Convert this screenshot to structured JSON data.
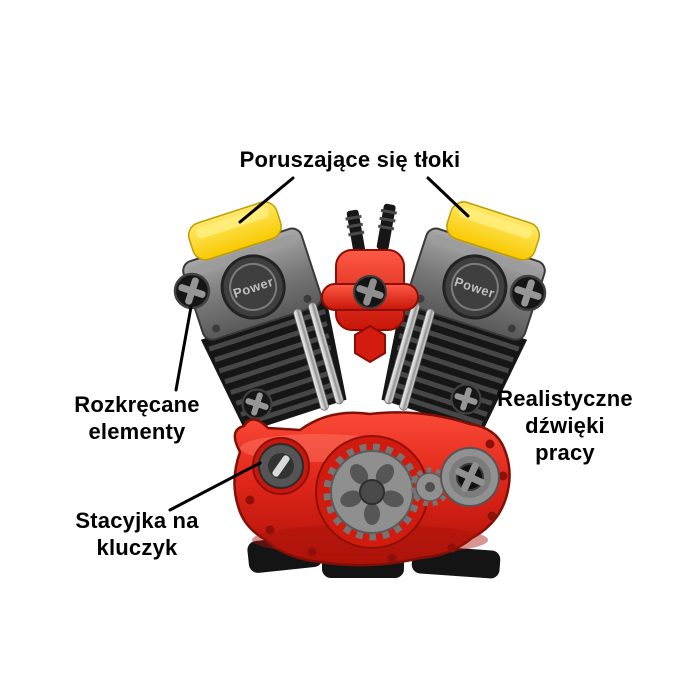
{
  "annotations": {
    "moving_pistons": "Poruszające się tłoki",
    "unscrewable_parts": [
      "Rozkręcane",
      "elementy"
    ],
    "realistic_sounds": [
      "Realistyczne",
      "dźwięki",
      "pracy"
    ],
    "key_ignition": [
      "Stacyjka na",
      "kluczyk"
    ]
  },
  "engine": {
    "left_valve_cover_text": "Power",
    "right_valve_cover_text": "Power"
  },
  "colors": {
    "background": "#ffffff",
    "annotation_text": "#000000",
    "leader_line": "#000000",
    "engine_red": "#e0261a",
    "piston_cap_yellow": "#ffd60a",
    "metal_gray": "#8a8a8a",
    "fin_black": "#161616"
  }
}
